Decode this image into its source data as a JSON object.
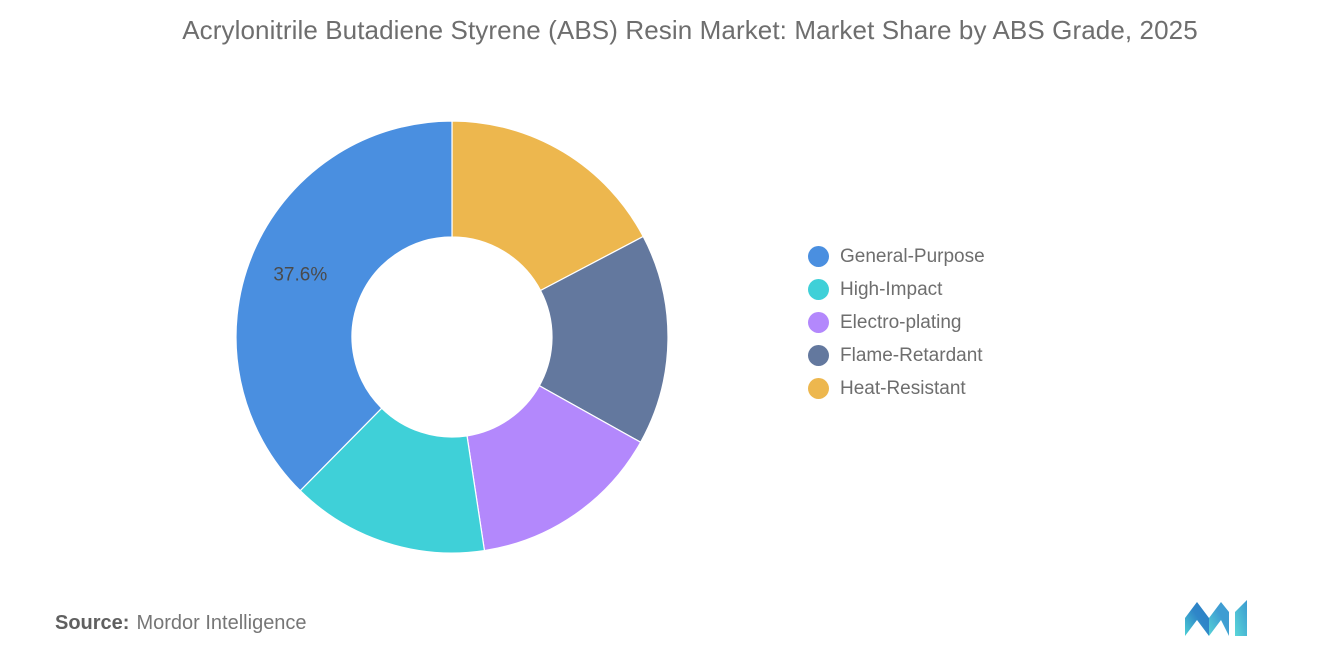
{
  "chart_data": {
    "type": "pie",
    "variant": "donut",
    "title": "Acrylonitrile Butadiene Styrene (ABS) Resin Market: Market Share by ABS Grade, 2025",
    "xlabel": "",
    "ylabel": "",
    "unit": "%",
    "legend_position": "right",
    "grid": false,
    "start_angle_deg": 0,
    "direction": "clockwise",
    "categories": [
      "General-Purpose",
      "High-Impact",
      "Electro-plating",
      "Flame-Retardant",
      "Heat-Resistant"
    ],
    "values": [
      37.6,
      14.8,
      14.5,
      15.8,
      17.3
    ],
    "colors": [
      "#4a8fe0",
      "#3fd0d8",
      "#b388fc",
      "#63789e",
      "#edb74e"
    ],
    "visible_data_labels": [
      {
        "category": "General-Purpose",
        "text": "37.6%"
      }
    ],
    "slices": [
      {
        "label": "General-Purpose",
        "value": 37.6,
        "color": "#4a8fe0",
        "data_label": "37.6%"
      },
      {
        "label": "High-Impact",
        "value": 14.8,
        "color": "#3fd0d8",
        "data_label": ""
      },
      {
        "label": "Electro-plating",
        "value": 14.5,
        "color": "#b388fc",
        "data_label": ""
      },
      {
        "label": "Flame-Retardant",
        "value": 15.8,
        "color": "#63789e",
        "data_label": ""
      },
      {
        "label": "Heat-Resistant",
        "value": 17.3,
        "color": "#edb74e",
        "data_label": ""
      }
    ]
  },
  "title": {
    "text": "Acrylonitrile Butadiene Styrene (ABS) Resin Market: Market Share by ABS Grade, 2025"
  },
  "legend": {
    "items": [
      {
        "label": "General-Purpose",
        "color": "#4a8fe0"
      },
      {
        "label": "High-Impact",
        "color": "#3fd0d8"
      },
      {
        "label": "Electro-plating",
        "color": "#b388fc"
      },
      {
        "label": "Flame-Retardant",
        "color": "#63789e"
      },
      {
        "label": "Heat-Resistant",
        "color": "#edb74e"
      }
    ]
  },
  "footer": {
    "source_label": "Source:",
    "source_value": "Mordor Intelligence",
    "logo_text": "MI"
  }
}
